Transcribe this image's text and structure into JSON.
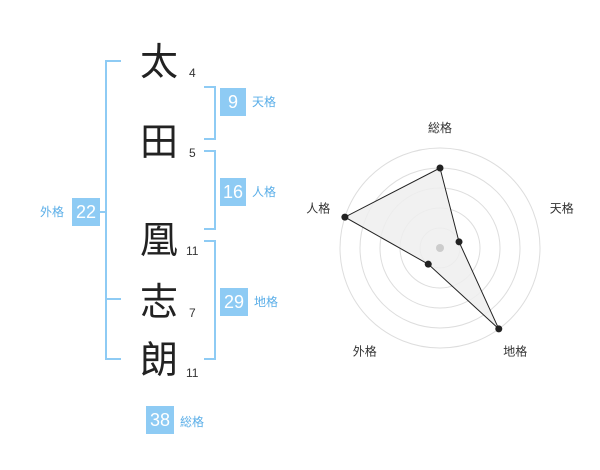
{
  "name": {
    "chars": [
      {
        "char": "太",
        "strokes": "4"
      },
      {
        "char": "田",
        "strokes": "5"
      },
      {
        "char": "凰",
        "strokes": "11"
      },
      {
        "char": "志",
        "strokes": "7"
      },
      {
        "char": "朗",
        "strokes": "11"
      }
    ]
  },
  "fortune": {
    "tenkaku": {
      "value": "9",
      "label": "天格"
    },
    "jinkaku": {
      "value": "16",
      "label": "人格"
    },
    "chikaku": {
      "value": "29",
      "label": "地格"
    },
    "gaikaku": {
      "value": "22",
      "label": "外格"
    },
    "soukaku": {
      "value": "38",
      "label": "総格"
    }
  },
  "radar": {
    "axes": [
      "総格",
      "天格",
      "地格",
      "外格",
      "人格"
    ],
    "values": [
      4,
      1,
      5,
      1,
      5
    ],
    "max": 5,
    "colors": {
      "grid": "#dddddd",
      "fill": "#eeeeee",
      "stroke": "#222222",
      "point": "#222222",
      "center": "#cccccc"
    }
  },
  "colors": {
    "accent": "#8ecbf4",
    "label": "#5aaee8"
  }
}
